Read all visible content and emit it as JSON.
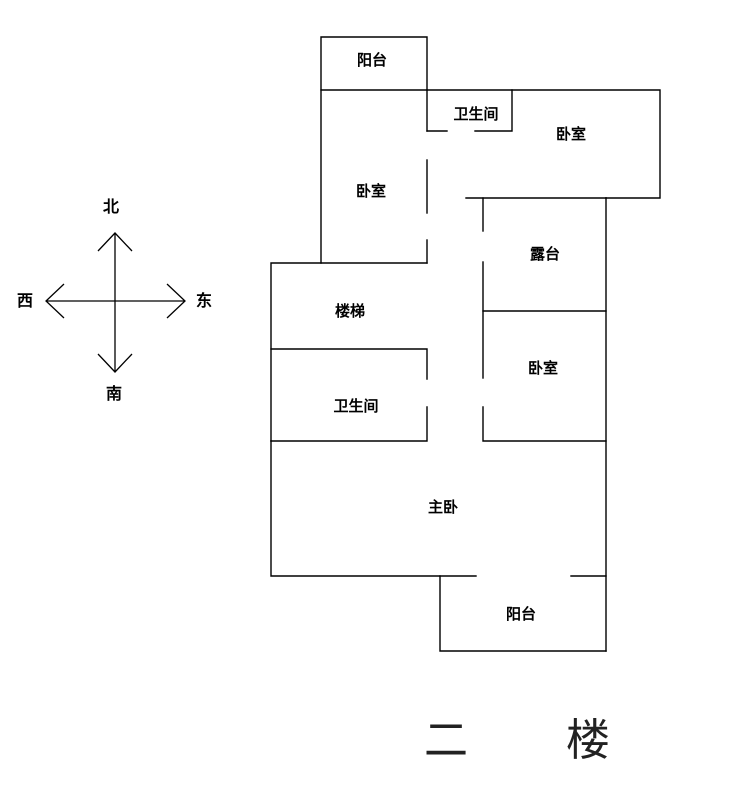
{
  "compass": {
    "north": "北",
    "south": "南",
    "east": "东",
    "west": "西"
  },
  "rooms": {
    "balcony_north": "阳台",
    "bathroom_north": "卫生间",
    "bedroom_northeast": "卧室",
    "bedroom_northwest": "卧室",
    "terrace": "露台",
    "stairs": "楼梯",
    "bedroom_east": "卧室",
    "bathroom_west": "卫生间",
    "master_bedroom": "主卧",
    "balcony_south": "阳台"
  },
  "floor_title": "二 楼"
}
